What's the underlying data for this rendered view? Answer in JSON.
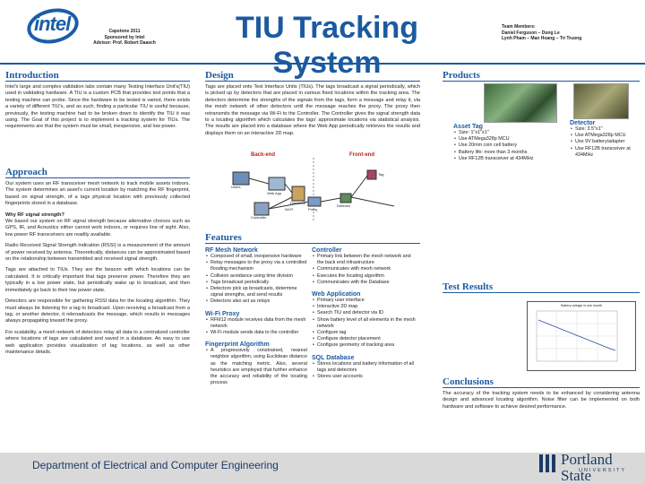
{
  "header": {
    "logo_text": "intel",
    "sponsor_lines": [
      "Capstone 2011",
      "Sponsored by Intel",
      "Advisor: Prof. Robert Daasch"
    ],
    "title": "TIU Tracking System",
    "team_lines": [
      "Team Members:",
      "Daniel Ferguson – Dung Le",
      "Lynh Pham – Man Hoang – Tri Truong"
    ]
  },
  "introduction": {
    "title": "Introduction",
    "paragraph": "Intel's large and complex validation labs contain many Testing Interface Unit's(TIU) used in validating hardware. A TIU is a custom PCB that provides test points that a testing machine can probe. Since the hardware to be tested is varied, there exists a variety of different TIU's, and as such, finding a particular TIU is useful because, previously, the testing machine had to be broken down to identify the TIU it was using. The Goal of this project is to implement a tracking system for TIUs. The requirements are that the system must be small, inexpensive, and low power."
  },
  "approach": {
    "title": "Approach",
    "p1": "Our system uses an RF transceiver mesh network to track mobile assets indoors. The system determines an asset's current location by matching the RF fingerprint, based on signal strength, of a tags physical location with previously collected fingerprints stored in a database.",
    "why_heading": "Why RF signal strength?",
    "p2": "We based our system on RF signal strength because alternative choices such as GPS, IR, and Acoustics either cannot work indoors, or requires line of sight. Also, low power RF transceivers are readily available.",
    "p3": "Radio Received Signal Strength Indication (RSSI) is a measurement of the amount of power received by antenna. Theoretically, distances can be approximated based on the relationship between transmitted and received signal strength.",
    "p4": "Tags are attached to TIUs. They are the beacon with which locations can be calculated. It is critically important that tags preserve power. Therefore they are typically in a low power state, but periodically wake up to broadcast, and then immediately go back to their low power state.",
    "p5": "Detectors are responsible for gathering RSSI data for the locating algorithm. They must always be listening for a tag to broadcast. Upon receiving a broadcast from a tag, or another detector, it rebroadcasts the message, which results in messages always propagating toward the proxy.",
    "p6": "For scalability, a mesh network of detectors relay all data to a centralized controller where locations of tags are calculated and saved in a database. An easy to use web application provides visualization of tag locations, as well as other maintenance details."
  },
  "design": {
    "title": "Design",
    "paragraph": "Tags are placed onto Test Interface Units (TIUs). The tags broadcast a signal periodically, which is picked up by detectors that are placed in various fixed locations within the tracking area. The detectors determine the strengths of the signals from the tags, form a message and relay it, via the mesh network of other detectors until the message reaches the proxy. The proxy then retransmits the message via Wi-Fi to the Controller. The Controller gives the signal strength data to a locating algorithm which calculates the tags' approximate locations via statistical analysis. The results are placed into a database where the Web App periodically retrieves the results and displays them on an interactive 2D map.",
    "backend_label": "Back-end",
    "frontend_label": "Front-end",
    "nodes": [
      "Users",
      "Web App",
      "Database",
      "Controller",
      "Wi-Fi",
      "Proxy",
      "Detector",
      "Tag"
    ]
  },
  "features": {
    "title": "Features",
    "rf_mesh": {
      "title": "RF Mesh Network",
      "items": [
        "Composed of small, inexpensive hardware",
        "Relay messages to the proxy via a controlled flooding mechanism",
        "Collision avoidance using time division",
        "Tags broadcast periodically",
        "Detectors pick up broadcasts, determine signal strengths, and send results",
        "Detectors also act as relays"
      ]
    },
    "wifi_proxy": {
      "title": "Wi-Fi Proxy",
      "items": [
        "RFM12 module receives data from the mesh network",
        "Wi-Fi module sends data to the controller"
      ]
    },
    "fingerprint": {
      "title": "Fingerprint Algorithm",
      "items": [
        "A progressively constrained, nearest neighbor algorithm, using Euclidean distance as the matching metric. Also, several heuristics are employed that further enhance the accuracy and reliability of the locating process"
      ]
    },
    "controller": {
      "title": "Controller",
      "items": [
        "Primary link between the mesh network and the back end infrastructure",
        "Communicates with mesh network",
        "Executes the locating algorithm",
        "Communicates with the Database"
      ]
    },
    "web_app": {
      "title": "Web Application",
      "items": [
        "Primary user interface",
        "Interactive 2D map",
        "Search TIU and detector via ID",
        "Show battery level of all elements in the mesh network",
        "Configure tag",
        "Configure detector placement",
        "Configure geometry of tracking area"
      ]
    },
    "sql_db": {
      "title": "SQL Database",
      "items": [
        "Stores locations and battery information of all tags and detectors",
        "Stores user accounts"
      ]
    }
  },
  "products": {
    "title": "Products",
    "asset_tag": {
      "title": "Asset Tag",
      "items": [
        "Size: 1\"x1\"x1\"",
        "Use ATMega328p MCU",
        "Use 20mm coin cell battery",
        "Battery life: more than 3 months",
        "Use RF12B transceiver at 434MHz"
      ]
    },
    "detector": {
      "title": "Detector",
      "items": [
        "Size: 3.5\"x1\"",
        "Use ATMega328p MCU",
        "Use 9V battery/adapter",
        "Use RF12B transceiver at 434MHz"
      ]
    }
  },
  "test_results": {
    "title": "Test Results",
    "chart_title": "Battery voltage in one month"
  },
  "conclusions": {
    "title": "Conclusions",
    "paragraph": "The accuracy of the tracking system needs to be enhanced by considering antenna design and advanced locating algorithm. Noise filter can be implemented on both hardware and software to achieve desired performance."
  },
  "footer": {
    "department": "Department of Electrical and Computer Engineering",
    "university_name": "Portland State",
    "university_word": "UNIVERSITY"
  },
  "colors": {
    "accent": "#1c5aa0",
    "footer_bg": "#d9d9d9"
  }
}
